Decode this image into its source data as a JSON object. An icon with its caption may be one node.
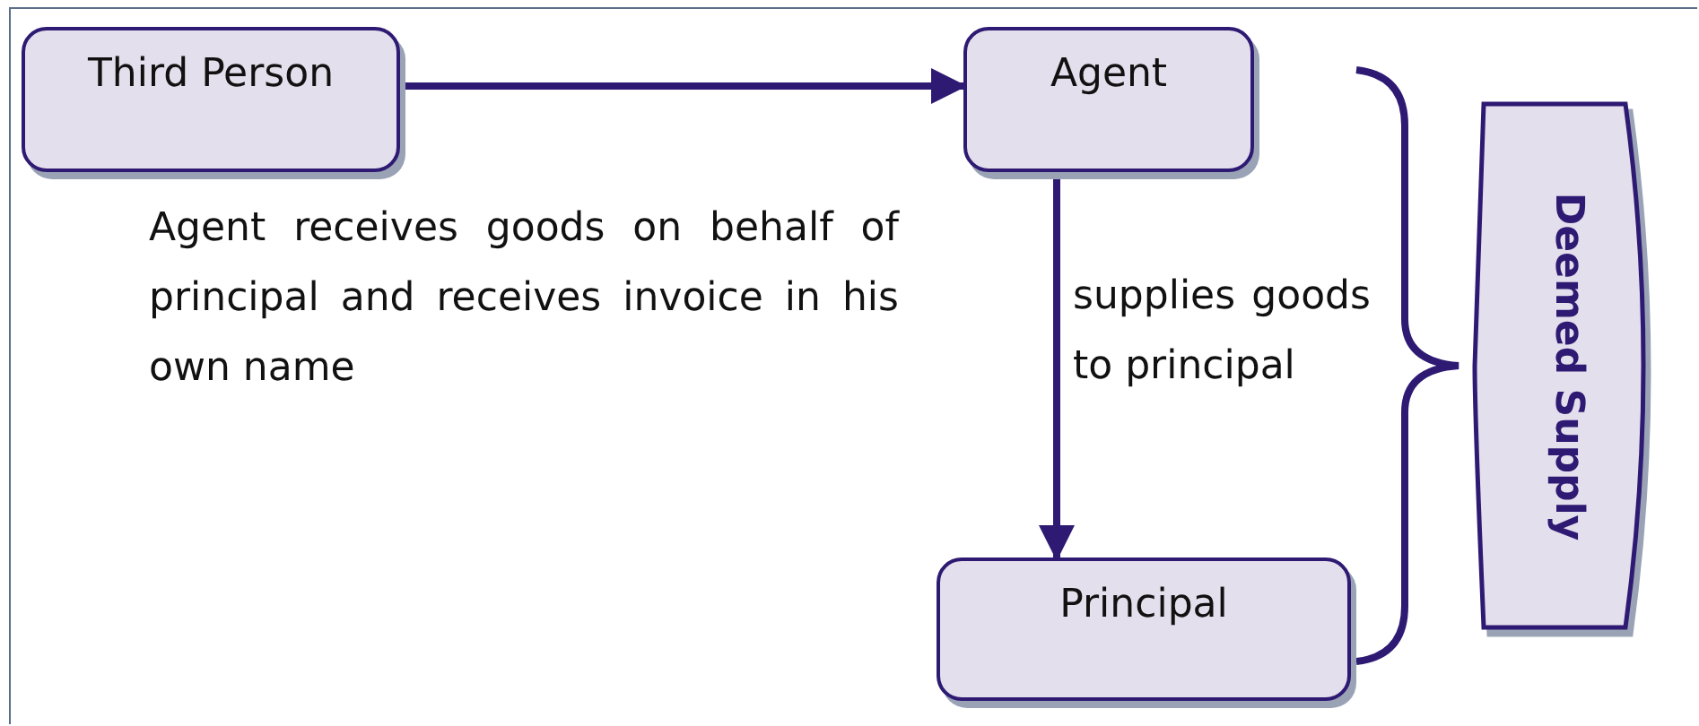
{
  "diagram": {
    "nodes": [
      {
        "text": [
          "Third Person"
        ]
      },
      {
        "text": [
          "Agent"
        ]
      },
      {
        "text": [
          "Principal"
        ]
      },
      {
        "text": [
          "Deemed Supply"
        ]
      }
    ],
    "edges": [
      {
        "from": 0,
        "to": 1,
        "arrow": "to"
      },
      {
        "from": 1,
        "to": 2,
        "arrow": "to",
        "label": "supplies goods to principal"
      }
    ],
    "labels": [
      "Agent receives goods on behalf of principal and receives invoice in his own name"
    ]
  }
}
